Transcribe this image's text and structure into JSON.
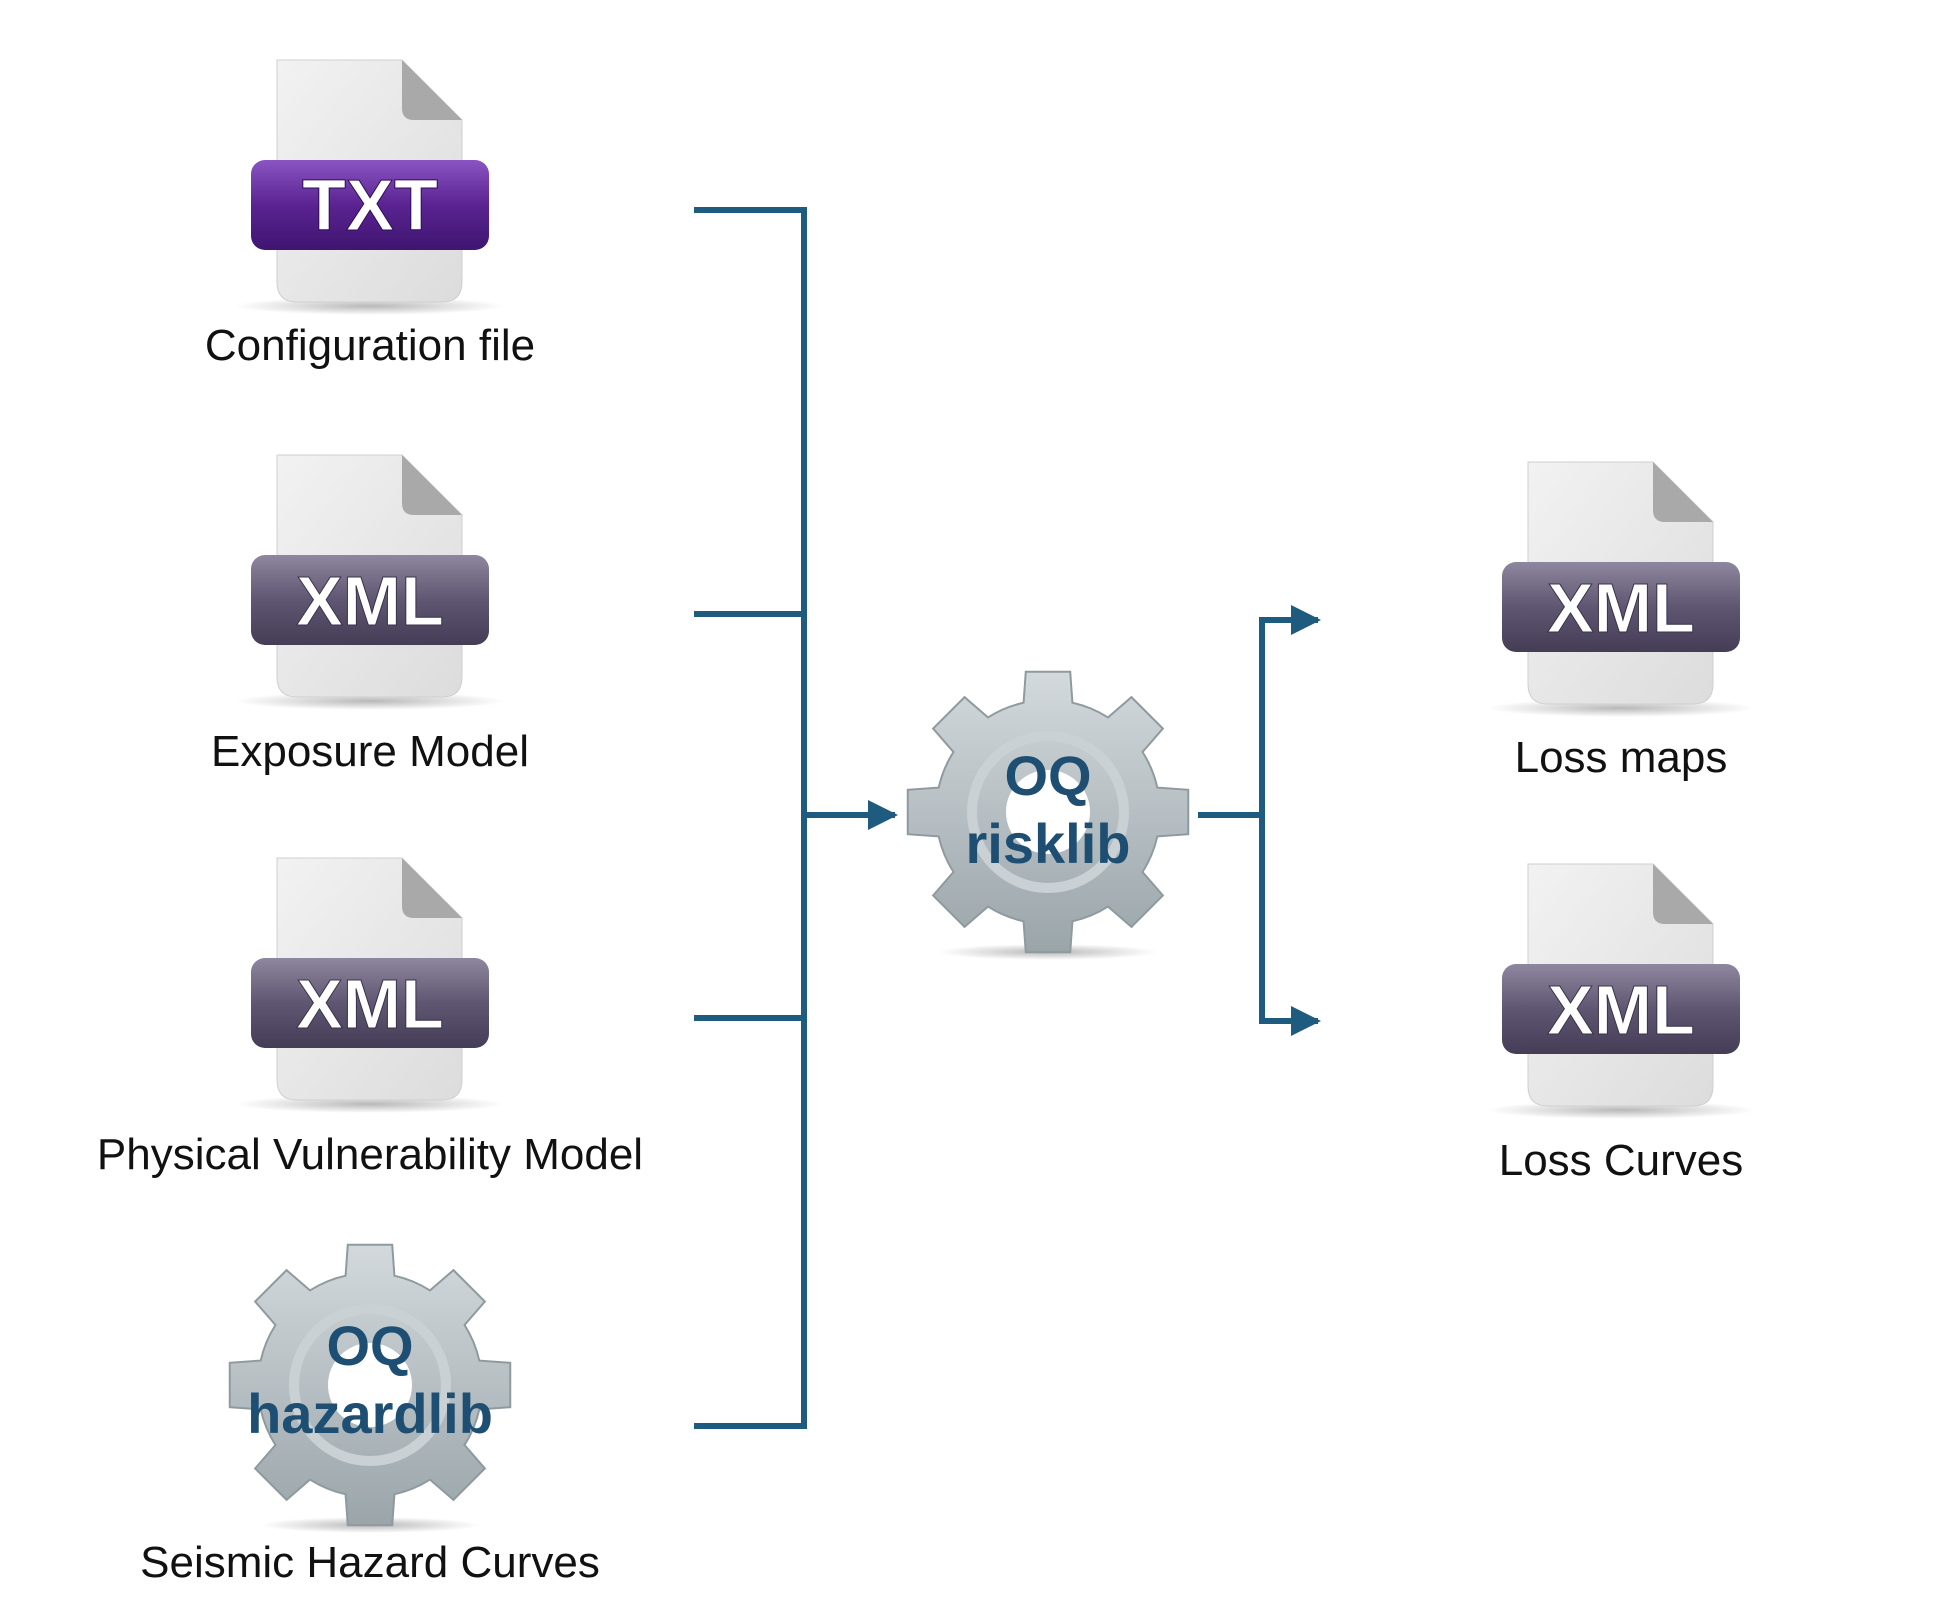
{
  "colors": {
    "connector": "#1f5a7f",
    "txt_band": "#5a2391",
    "xml_band": "#5f5672",
    "gear": "#b7c0c4",
    "gear_text": "#1e4f72",
    "page": "#e7e7e7",
    "label": "#111111"
  },
  "inputs": [
    {
      "name": "config",
      "icon": "txt-file-icon",
      "badge": "TXT",
      "label": "Configuration file"
    },
    {
      "name": "exposure",
      "icon": "xml-file-icon",
      "badge": "XML",
      "label": "Exposure Model"
    },
    {
      "name": "vulnerability",
      "icon": "xml-file-icon",
      "badge": "XML",
      "label": "Physical Vulnerability Model"
    },
    {
      "name": "hazard",
      "icon": "gear-icon",
      "gear_line1": "OQ",
      "gear_line2": "hazardlib",
      "label": "Seismic Hazard Curves"
    }
  ],
  "engine": {
    "icon": "gear-icon",
    "line1": "OQ",
    "line2": "risklib"
  },
  "outputs": [
    {
      "name": "loss-maps",
      "icon": "xml-file-icon",
      "badge": "XML",
      "label": "Loss maps"
    },
    {
      "name": "loss-curves",
      "icon": "xml-file-icon",
      "badge": "XML",
      "label": "Loss Curves"
    }
  ]
}
